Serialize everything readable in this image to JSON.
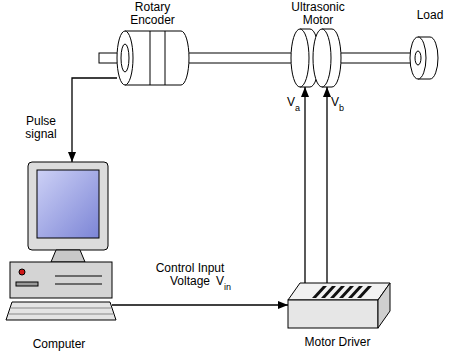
{
  "diagram": {
    "nodes": [
      {
        "text": [
          "Rotary Encoder"
        ]
      },
      {
        "text": [
          "Ultrasonic Motor"
        ]
      },
      {
        "text": [
          "Load"
        ]
      },
      {
        "text": [
          "Computer"
        ]
      },
      {
        "text": [
          "Motor Driver"
        ]
      }
    ],
    "edges": [
      {
        "from": 0,
        "to": 1,
        "arrow": "none"
      },
      {
        "from": 1,
        "to": 2,
        "arrow": "none"
      },
      {
        "from": 0,
        "to": 3,
        "arrow": "to"
      },
      {
        "from": 3,
        "to": 4,
        "arrow": "to"
      },
      {
        "from": 4,
        "to": 1,
        "arrow": "to"
      },
      {
        "from": 4,
        "to": 1,
        "arrow": "to"
      }
    ],
    "labels": [
      "Pulse signal",
      "Control Input Voltage",
      "V",
      "in",
      "V",
      "a",
      "V",
      "b"
    ]
  }
}
